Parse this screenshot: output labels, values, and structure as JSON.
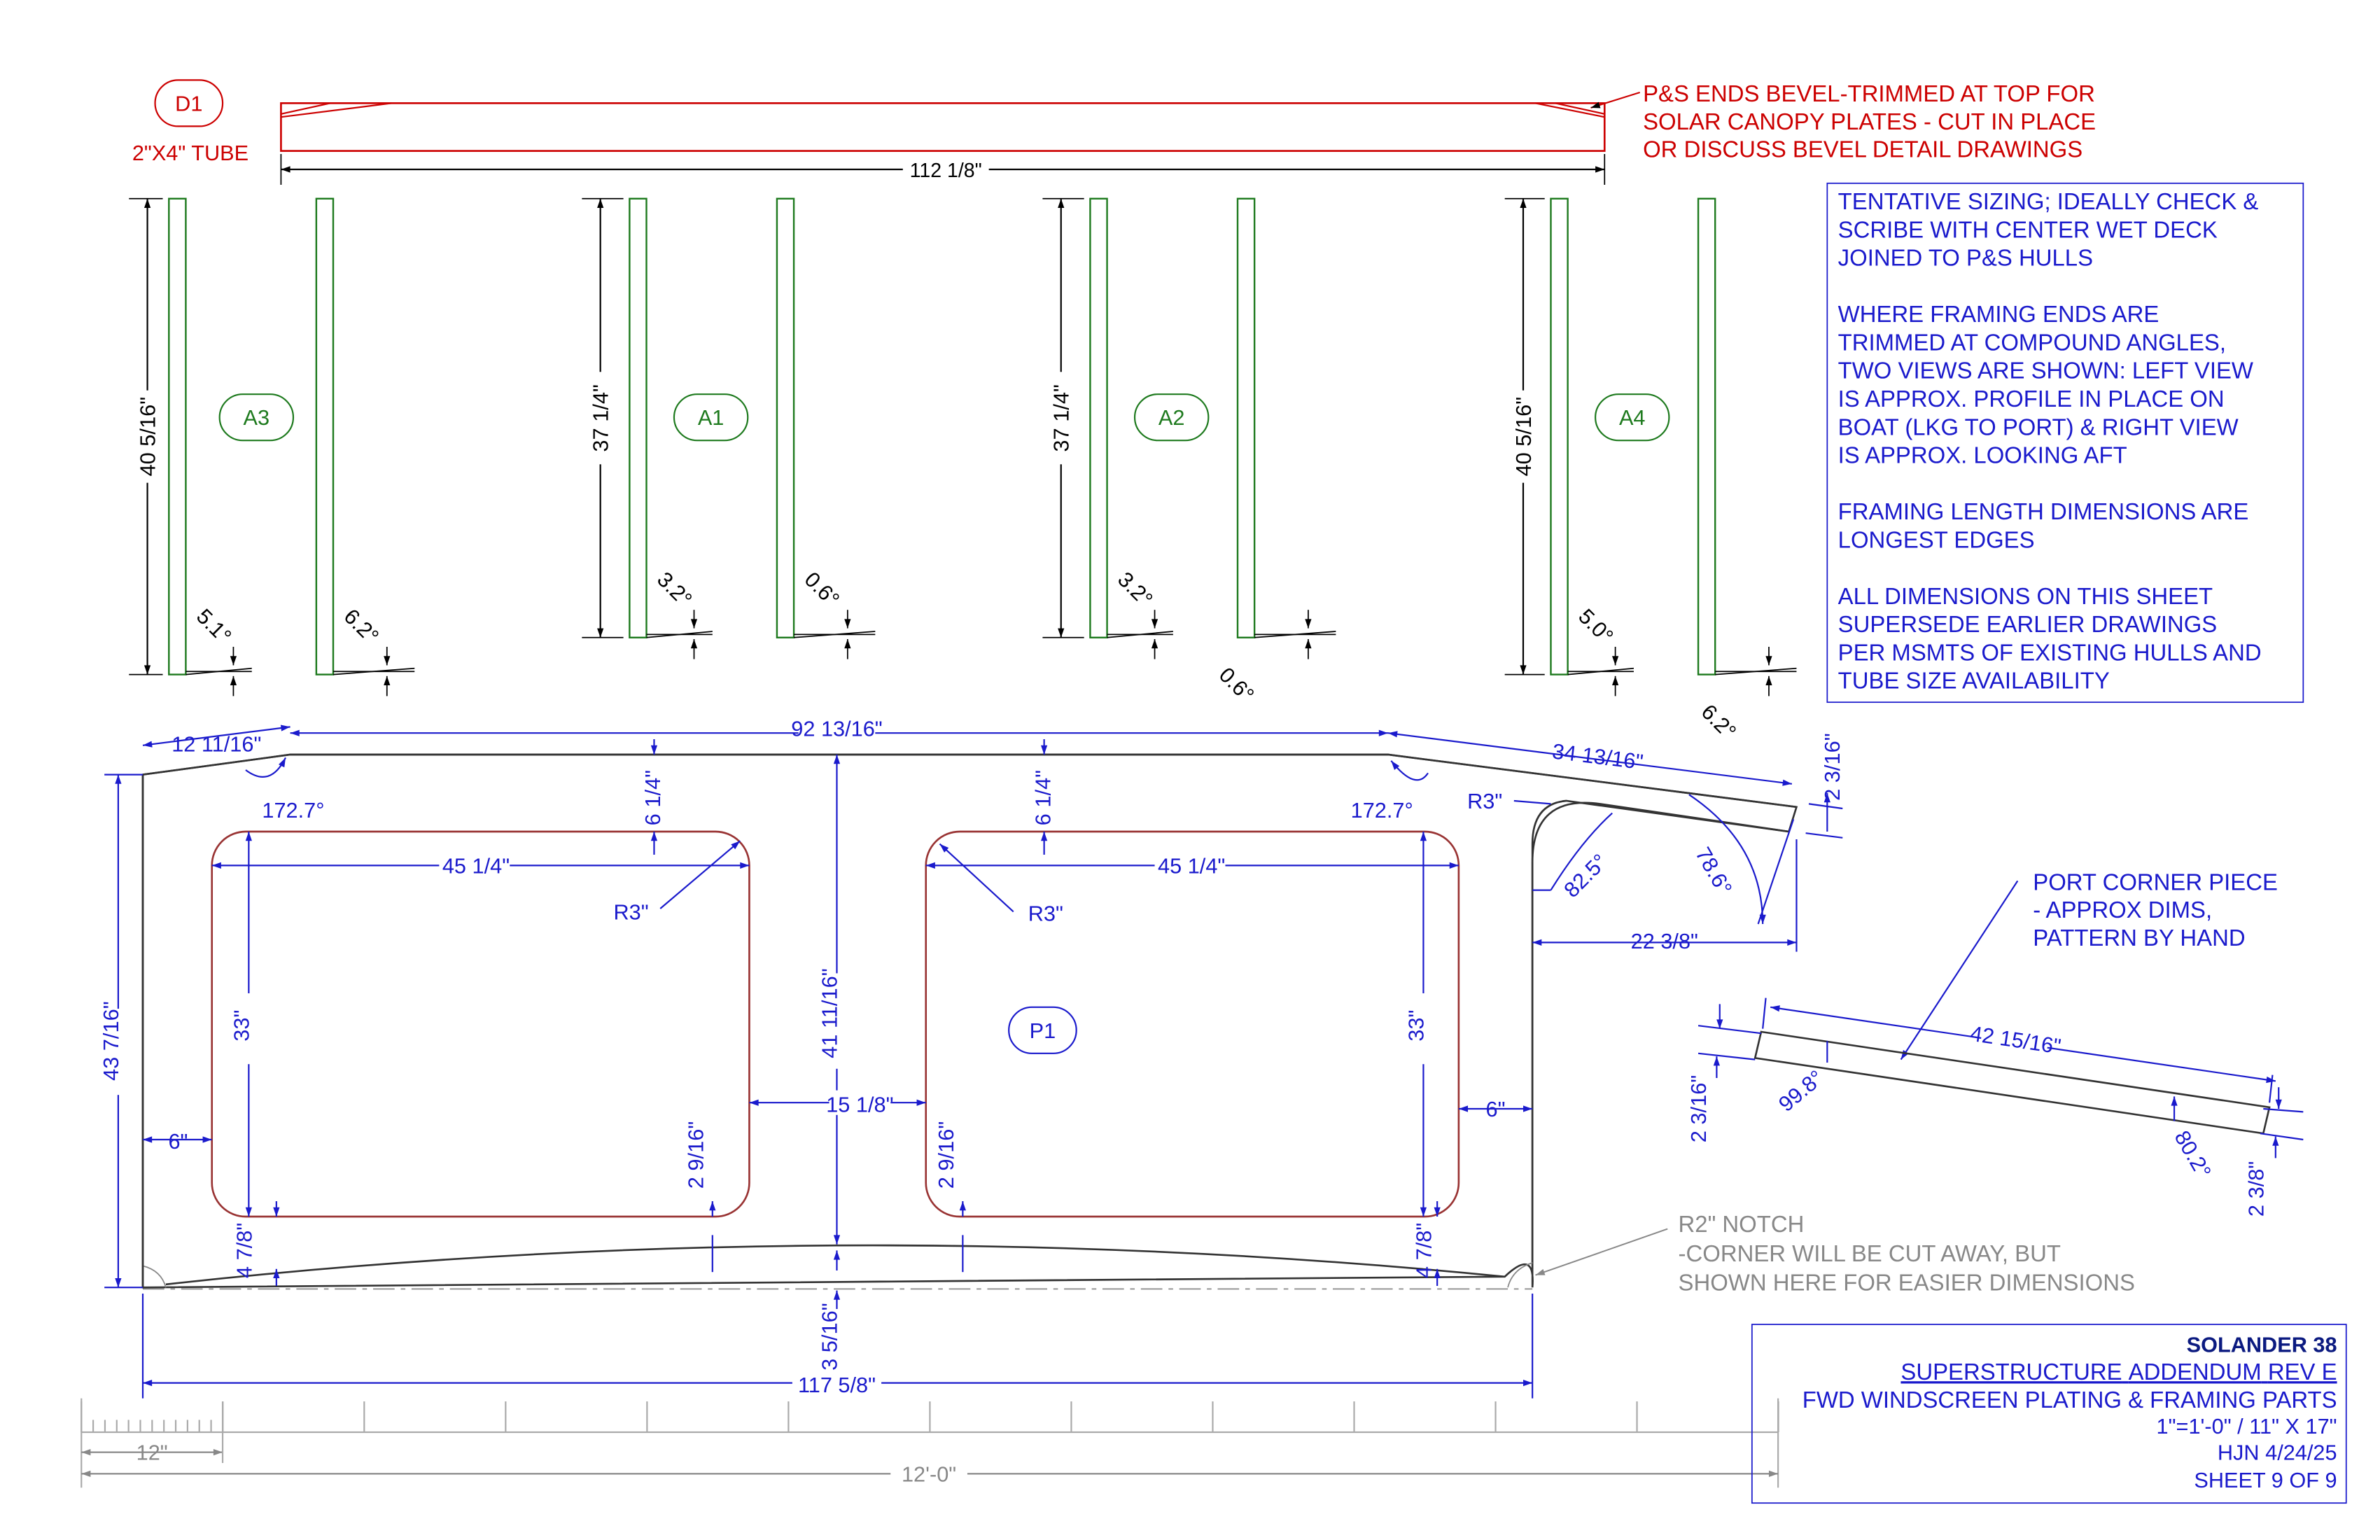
{
  "colors": {
    "dimension": "#1a1acc",
    "outline": "#333333",
    "tube": "#cc0000",
    "framing": "#1e7a1e",
    "notes": "#1a1acc",
    "gray_note": "#888888"
  },
  "d1": {
    "tag": "D1",
    "size": "2\"X4\" TUBE",
    "length": "112 1/8\"",
    "note_lines": [
      "P&S ENDS BEVEL-TRIMMED AT TOP FOR",
      "SOLAR CANOPY PLATES - CUT IN PLACE",
      "OR DISCUSS BEVEL DETAIL DRAWINGS"
    ]
  },
  "framing": [
    {
      "tag": "A3",
      "length": "40 5/16\"",
      "left_angle": "5.1°",
      "right_angle": "6.2°"
    },
    {
      "tag": "A1",
      "length": "37 1/4\"",
      "left_angle": "3.2°",
      "right_angle": "0.6°"
    },
    {
      "tag": "A2",
      "length": "37 1/4\"",
      "left_angle": "3.2°",
      "right_angle": "0.6°"
    },
    {
      "tag": "A4",
      "length": "40 5/16\"",
      "left_angle": "5.0°",
      "right_angle": "6.2°"
    }
  ],
  "notes": [
    [
      "TENTATIVE SIZING; IDEALLY CHECK &",
      "SCRIBE WITH CENTER WET DECK",
      "JOINED TO P&S HULLS"
    ],
    [
      "WHERE FRAMING ENDS ARE",
      "TRIMMED AT COMPOUND ANGLES,",
      "TWO VIEWS ARE SHOWN: LEFT VIEW",
      "IS APPROX. PROFILE IN PLACE ON",
      "BOAT (LKG TO PORT) & RIGHT VIEW",
      "IS APPROX. LOOKING AFT"
    ],
    [
      "FRAMING LENGTH DIMENSIONS ARE",
      "LONGEST EDGES"
    ],
    [
      "ALL DIMENSIONS ON THIS SHEET",
      "SUPERSEDE EARLIER DRAWINGS",
      "PER MSMTS OF EXISTING HULLS AND",
      "TUBE SIZE AVAILABILITY"
    ]
  ],
  "plate": {
    "tag": "P1",
    "dims": {
      "top_left": "12 11/16\"",
      "top_mid": "92 13/16\"",
      "top_right": "34 13/16\"",
      "right_end": "2 3/16\"",
      "angle_left": "172.7°",
      "angle_right": "172.7°",
      "top_gap_1": "6 1/4\"",
      "top_gap_2": "6 1/4\"",
      "r3_tr": "R3\"",
      "cutout_w_1": "45 1/4\"",
      "cutout_w_2": "45 1/4\"",
      "r3_1": "R3\"",
      "r3_2": "R3\"",
      "angle_82": "82.5°",
      "angle_78": "78.6°",
      "dim_22": "22 3/8\"",
      "overall_h": "43 7/16\"",
      "center_h": "41 11/16\"",
      "cutout_h_1": "33\"",
      "cutout_h_2": "33\"",
      "web": "15 1/8\"",
      "side_l": "6\"",
      "side_r": "6\"",
      "gap_b_1": "2 9/16\"",
      "gap_b_2": "2 9/16\"",
      "bot_l": "4 7/8\"",
      "bot_r": "4 7/8\"",
      "bot_c": "3 5/16\"",
      "overall_w": "117 5/8\""
    },
    "notch_note": [
      "R2\" NOTCH",
      "-CORNER WILL BE CUT AWAY, BUT",
      "SHOWN HERE FOR EASIER DIMENSIONS"
    ]
  },
  "corner": {
    "note_lines": [
      "PORT CORNER PIECE",
      "- APPROX DIMS,",
      "PATTERN BY HAND"
    ],
    "length": "42 15/16\"",
    "left_h": "2 3/16\"",
    "right_h": "2 3/8\"",
    "angle_left": "99.8°",
    "angle_right": "80.2°"
  },
  "scale_bar": {
    "seg": "12\"",
    "total": "12'-0\""
  },
  "title_block": {
    "project": "SOLANDER 38",
    "sheet_title": {
      "w1": "SUPERSTRUCTURE",
      "w2": "ADDENDUM",
      "w3": "REV E"
    },
    "description": "FWD WINDSCREEN PLATING & FRAMING PARTS",
    "scale": "1\"=1'-0\" / 11\" X 17\"",
    "author_date": "HJN 4/24/25",
    "sheet": "SHEET 9 OF 9"
  }
}
